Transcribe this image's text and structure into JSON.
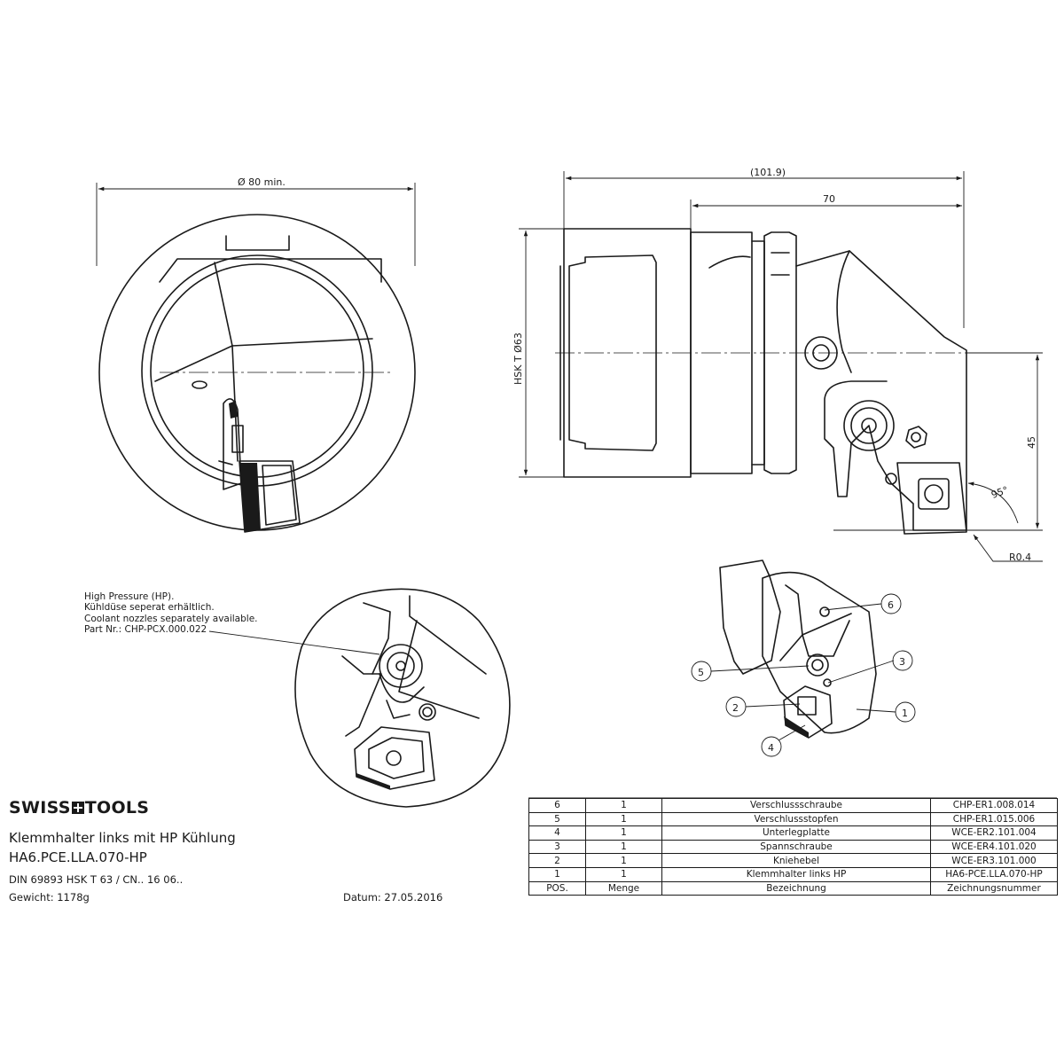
{
  "views": {
    "front": {
      "diameter_label": "Ø 80 min."
    },
    "side": {
      "overall_length_label": "(101.9)",
      "length_label": "70",
      "shank_label": "HSK T Ø63",
      "height_label": "45",
      "angle_label": "95°",
      "radius_label": "R0.4"
    },
    "iso_callouts": [
      "1",
      "2",
      "3",
      "4",
      "5",
      "6"
    ]
  },
  "hp_note": {
    "line1": "High Pressure (HP).",
    "line2": "Kühldüse seperat erhältlich.",
    "line3": "Coolant nozzles separately available.",
    "line4": "Part Nr.: CHP-PCX.000.022"
  },
  "title_block": {
    "brand_left": "SWISS",
    "brand_right": "TOOLS",
    "title": "Klemmhalter links mit HP Kühlung",
    "part_number": "HA6.PCE.LLA.070-HP",
    "din": "DIN 69893 HSK T 63  / CN.. 16 06..",
    "weight": "Gewicht: 1178g",
    "date": "Datum: 27.05.2016"
  },
  "bom": {
    "rows": [
      {
        "pos": "6",
        "qty": "1",
        "name": "Verschlussschraube",
        "drawing": "CHP-ER1.008.014"
      },
      {
        "pos": "5",
        "qty": "1",
        "name": "Verschlussstopfen",
        "drawing": "CHP-ER1.015.006"
      },
      {
        "pos": "4",
        "qty": "1",
        "name": "Unterlegplatte",
        "drawing": "WCE-ER2.101.004"
      },
      {
        "pos": "3",
        "qty": "1",
        "name": "Spannschraube",
        "drawing": "WCE-ER4.101.020"
      },
      {
        "pos": "2",
        "qty": "1",
        "name": "Kniehebel",
        "drawing": "WCE-ER3.101.000"
      },
      {
        "pos": "1",
        "qty": "1",
        "name": "Klemmhalter links HP",
        "drawing": "HA6-PCE.LLA.070-HP"
      }
    ],
    "header": {
      "pos": "POS.",
      "qty": "Menge",
      "name": "Bezeichnung",
      "drawing": "Zeichnungsnummer"
    }
  }
}
